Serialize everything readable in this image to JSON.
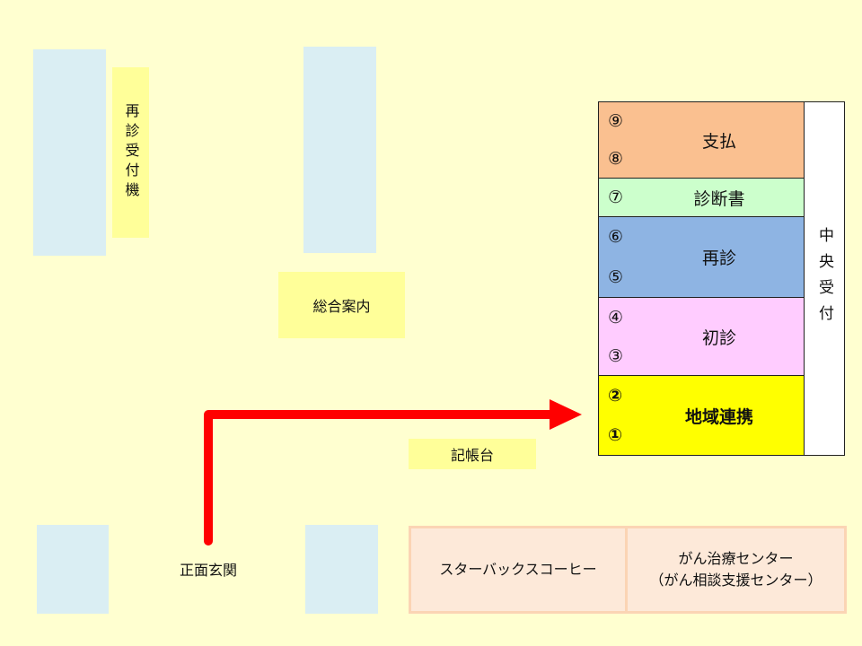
{
  "reentry_machine": "再診受付機",
  "information": "総合案内",
  "registration_desk": "記帳台",
  "main_entrance": "正面玄関",
  "central_reception": {
    "label": "中央受付",
    "counters": [
      {
        "numbers": [
          "⑨",
          "⑧"
        ],
        "label": "支払",
        "color": "#fac090"
      },
      {
        "numbers": [
          "⑦"
        ],
        "label": "診断書",
        "color": "#ccffcc"
      },
      {
        "numbers": [
          "⑥",
          "⑤"
        ],
        "label": "再診",
        "color": "#8eb4e3"
      },
      {
        "numbers": [
          "④",
          "③"
        ],
        "label": "初診",
        "color": "#ffccff"
      },
      {
        "numbers": [
          "②",
          "①"
        ],
        "label": "地域連携",
        "color": "#ffff00"
      }
    ]
  },
  "shops": [
    {
      "lines": [
        "スターバックスコーヒー"
      ]
    },
    {
      "lines": [
        "がん治療センター",
        "（がん相談支援センター）"
      ]
    }
  ],
  "arrow_color": "#ff0000"
}
